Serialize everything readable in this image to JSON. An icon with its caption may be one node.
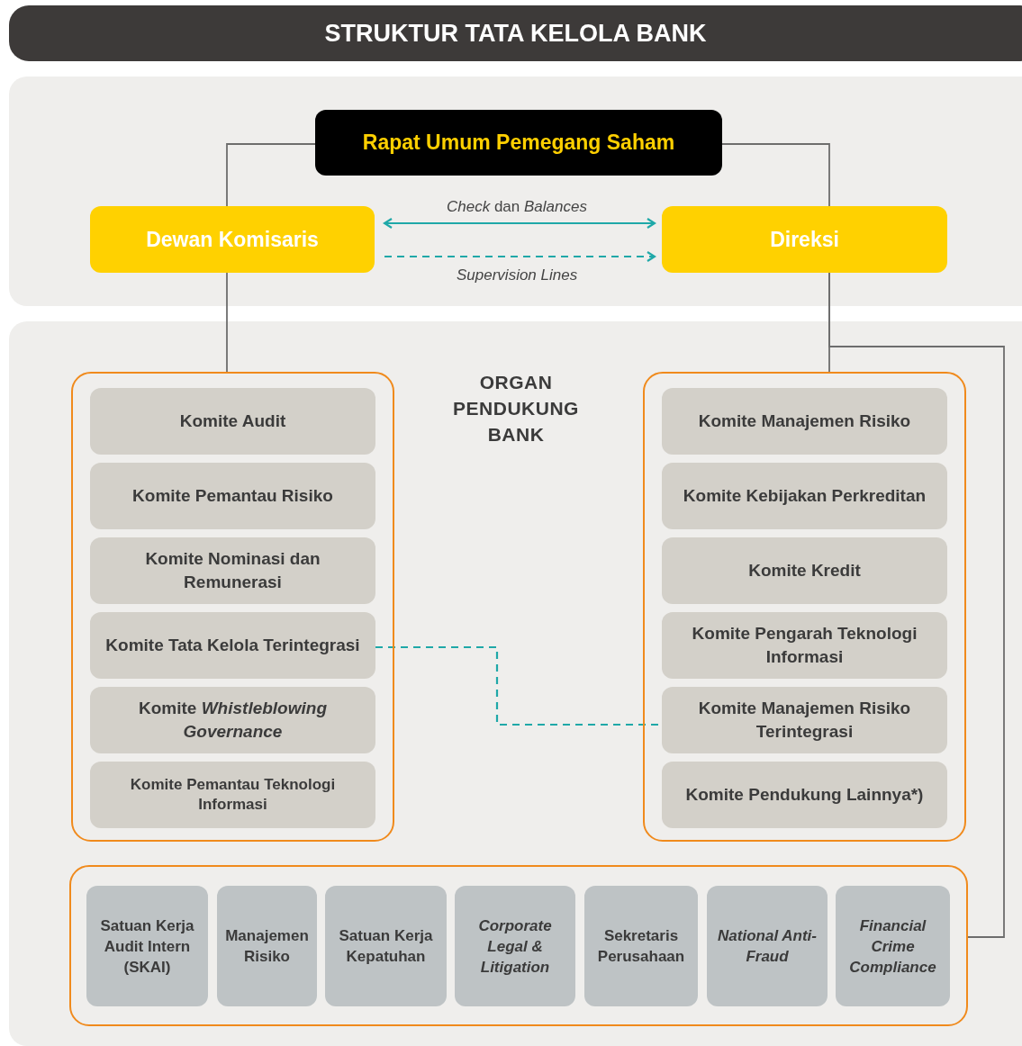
{
  "diagram": {
    "title": "STRUKTUR TATA KELOLA BANK",
    "nodes": [
      {
        "text": [
          "Rapat Umum Pemegang Saham"
        ]
      },
      {
        "text": [
          "Dewan Komisaris"
        ]
      },
      {
        "text": [
          "Direksi"
        ]
      },
      {
        "text": [],
        "shape": "box"
      },
      {
        "text": [
          "Komite Audit"
        ],
        "in": 3
      },
      {
        "text": [
          "Komite Pemantau Risiko"
        ],
        "in": 3
      },
      {
        "text": [
          "Komite Nominasi dan Remunerasi"
        ],
        "in": 3
      },
      {
        "text": [
          "Komite Tata Kelola Terintegrasi"
        ],
        "in": 3
      },
      {
        "text": [
          "Komite *Whistleblowing Governance*"
        ],
        "in": 3
      },
      {
        "text": [
          "Komite Pemantau Teknologi Informasi"
        ],
        "in": 3
      },
      {
        "text": [],
        "shape": "box"
      },
      {
        "text": [
          "Komite Manajemen Risiko"
        ],
        "in": 10
      },
      {
        "text": [
          "Komite Kebijakan Perkreditan"
        ],
        "in": 10
      },
      {
        "text": [
          "Komite Kredit"
        ],
        "in": 10
      },
      {
        "text": [
          "Komite Pengarah Teknologi Informasi"
        ],
        "in": 10
      },
      {
        "text": [
          "Komite Manajemen Risiko Terintegrasi"
        ],
        "in": 10
      },
      {
        "text": [
          "Komite Pendukung Lainnya*)"
        ],
        "in": 10
      },
      {
        "text": [],
        "shape": "box"
      },
      {
        "text": [
          "Satuan Kerja Audit Intern (SKAI)"
        ],
        "in": 17
      },
      {
        "text": [
          "Manajemen Risiko"
        ],
        "in": 17
      },
      {
        "text": [
          "Satuan Kerja Kepatuhan"
        ],
        "in": 17
      },
      {
        "text": [
          "Corporate Legal & Litigation"
        ],
        "in": 17
      },
      {
        "text": [
          "Sekretaris Perusahaan"
        ],
        "in": 17
      },
      {
        "text": [
          "National Anti-Fraud"
        ],
        "in": 17
      },
      {
        "text": [
          "Financial Crime Compliance"
        ],
        "in": 17
      }
    ],
    "edges": [
      {
        "from": 0,
        "to": 1,
        "arrow": "none"
      },
      {
        "from": 0,
        "to": 2,
        "arrow": "none"
      },
      {
        "from": 1,
        "to": 2,
        "arrow": "both",
        "label": "*Check* dan *Balances*",
        "color": "#1fa8a8"
      },
      {
        "from": 1,
        "to": 2,
        "arrow": "to",
        "label": "Supervision Lines",
        "style": "dashed",
        "color": "#1fa8a8"
      },
      {
        "from": 1,
        "to": 3,
        "arrow": "none"
      },
      {
        "from": 2,
        "to": 10,
        "arrow": "none"
      },
      {
        "from": 2,
        "to": 17,
        "arrow": "none"
      },
      {
        "from": 7,
        "to": 15,
        "arrow": "none",
        "style": "dashed",
        "color": "#1fa8a8"
      }
    ],
    "labels": [
      "ORGAN PENDUKUNG BANK"
    ]
  }
}
